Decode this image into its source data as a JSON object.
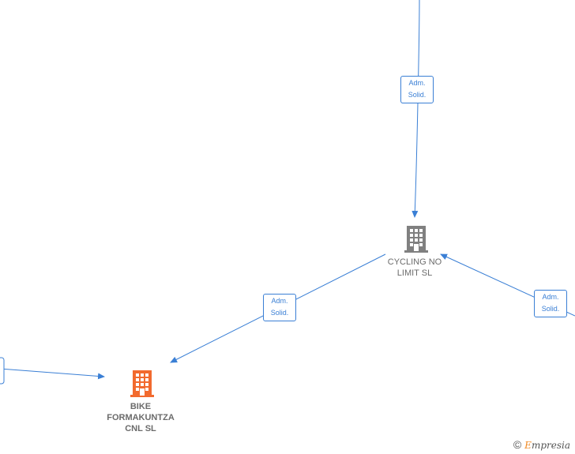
{
  "nodes": {
    "cycling": {
      "label_line1": "CYCLING NO",
      "label_line2": "LIMIT  SL",
      "color": "#808080"
    },
    "bike": {
      "label_line1": "BIKE",
      "label_line2": "FORMAKUNTZA",
      "label_line3": "CNL  SL",
      "color": "#f26a2e"
    }
  },
  "edges": [
    {
      "line1": "Adm.",
      "line2": "Solid."
    },
    {
      "line1": "Adm.",
      "line2": "Solid."
    },
    {
      "line1": "Adm.",
      "line2": "Solid."
    }
  ],
  "colors": {
    "edge": "#3a7fd5"
  },
  "watermark": {
    "copyright": "©",
    "brand_initial": "E",
    "brand_rest": "mpresia"
  }
}
